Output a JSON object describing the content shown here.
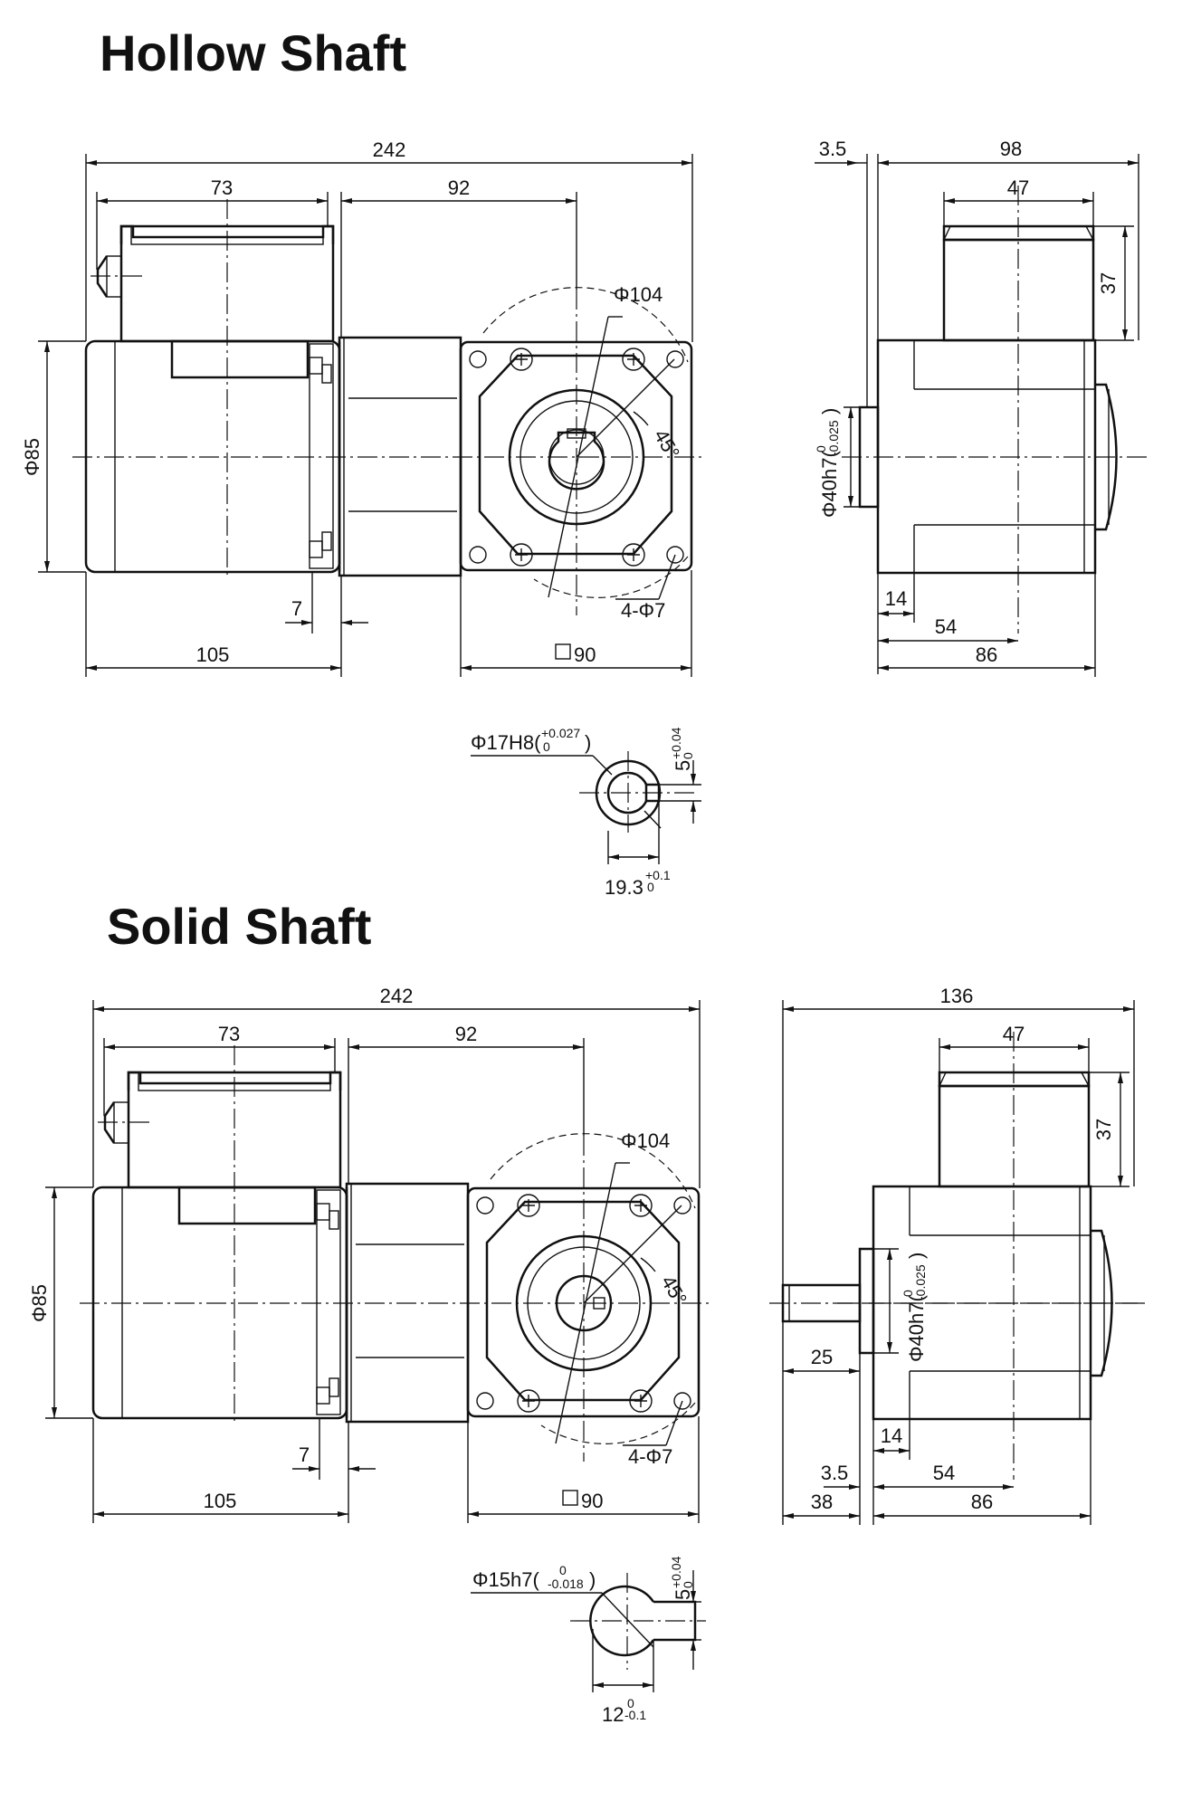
{
  "sections": [
    {
      "title": "Hollow Shaft",
      "front": {
        "total_length": "242",
        "terminal_box_width": "73",
        "gear_to_output": "92",
        "motor_diameter": "Φ85",
        "flange_offset": "7",
        "motor_length": "105",
        "pcd": "Φ104",
        "angle": "45°",
        "holes": "4-Φ7",
        "square": "90"
      },
      "side": {
        "flange_thickness": "3.5",
        "total_depth": "98",
        "box_depth": "47",
        "box_height": "37",
        "pilot": "Φ40h7(",
        "pilot_tol_upper": "0",
        "pilot_tol_lower": "-0.025",
        "pilot_close": ")",
        "d1": "14",
        "d2": "54",
        "d3": "86"
      },
      "shaft": {
        "bore": "Φ17H8(",
        "bore_tol_upper": "+0.027",
        "bore_tol_lower": "0",
        "bore_close": ")",
        "key_width": "5",
        "key_tol_upper": "+0.04",
        "key_tol_lower": "0",
        "key_depth": "19.3",
        "depth_tol_upper": "+0.1",
        "depth_tol_lower": "0"
      }
    },
    {
      "title": "Solid Shaft",
      "front": {
        "total_length": "242",
        "terminal_box_width": "73",
        "gear_to_output": "92",
        "motor_diameter": "Φ85",
        "flange_offset": "7",
        "motor_length": "105",
        "pcd": "Φ104",
        "angle": "45°",
        "holes": "4-Φ7",
        "square": "90"
      },
      "side": {
        "total_depth": "136",
        "box_depth": "47",
        "box_height": "37",
        "pilot": "Φ40h7(",
        "pilot_tol_upper": "0",
        "pilot_tol_lower": "-0.025",
        "pilot_close": ")",
        "shaft_length": "25",
        "d1": "14",
        "flange_thickness": "3.5",
        "d2": "54",
        "shaft_total": "38",
        "d3": "86"
      },
      "shaft": {
        "diameter": "Φ15h7(",
        "dia_tol_upper": "0",
        "dia_tol_lower": "-0.018",
        "dia_close": ")",
        "key_width": "5",
        "key_tol_upper": "+0.04",
        "key_tol_lower": "0",
        "key_depth": "12",
        "depth_tol_upper": "0",
        "depth_tol_lower": "-0.1"
      }
    }
  ]
}
